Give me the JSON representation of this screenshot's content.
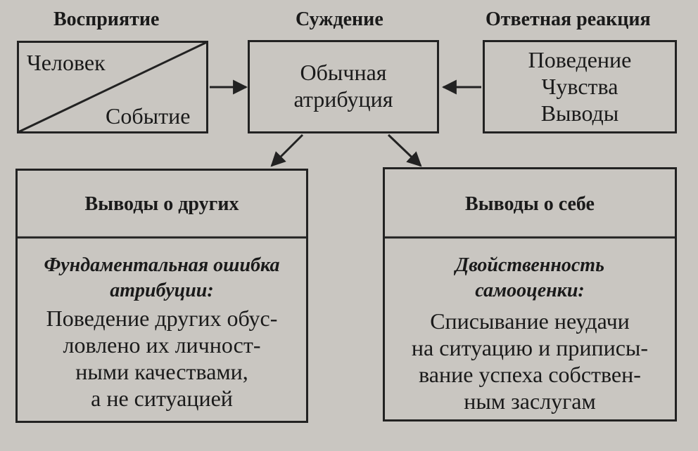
{
  "headings": {
    "perception": "Восприятие",
    "judgment": "Суждение",
    "response": "Ответная реакция"
  },
  "perception_box": {
    "person": "Человек",
    "event": "Событие"
  },
  "judgment_box": {
    "line1": "Обычная",
    "line2": "атрибуция"
  },
  "response_box": {
    "line1": "Поведение",
    "line2": "Чувства",
    "line3": "Выводы"
  },
  "others_panel": {
    "title": "Выводы о других",
    "subtitle_line1": "Фундаментальная ошибка",
    "subtitle_line2": "атрибуции:",
    "body_line1": "Поведение других обус-",
    "body_line2": "ловлено их личност-",
    "body_line3": "ными качествами,",
    "body_line4": "а не ситуацией"
  },
  "self_panel": {
    "title": "Выводы о себе",
    "subtitle_line1": "Двойственность",
    "subtitle_line2": "самооценки:",
    "body_line1": "Списывание неудачи",
    "body_line2": "на ситуацию и приписы-",
    "body_line3": "вание успеха собствен-",
    "body_line4": "ным заслугам"
  }
}
